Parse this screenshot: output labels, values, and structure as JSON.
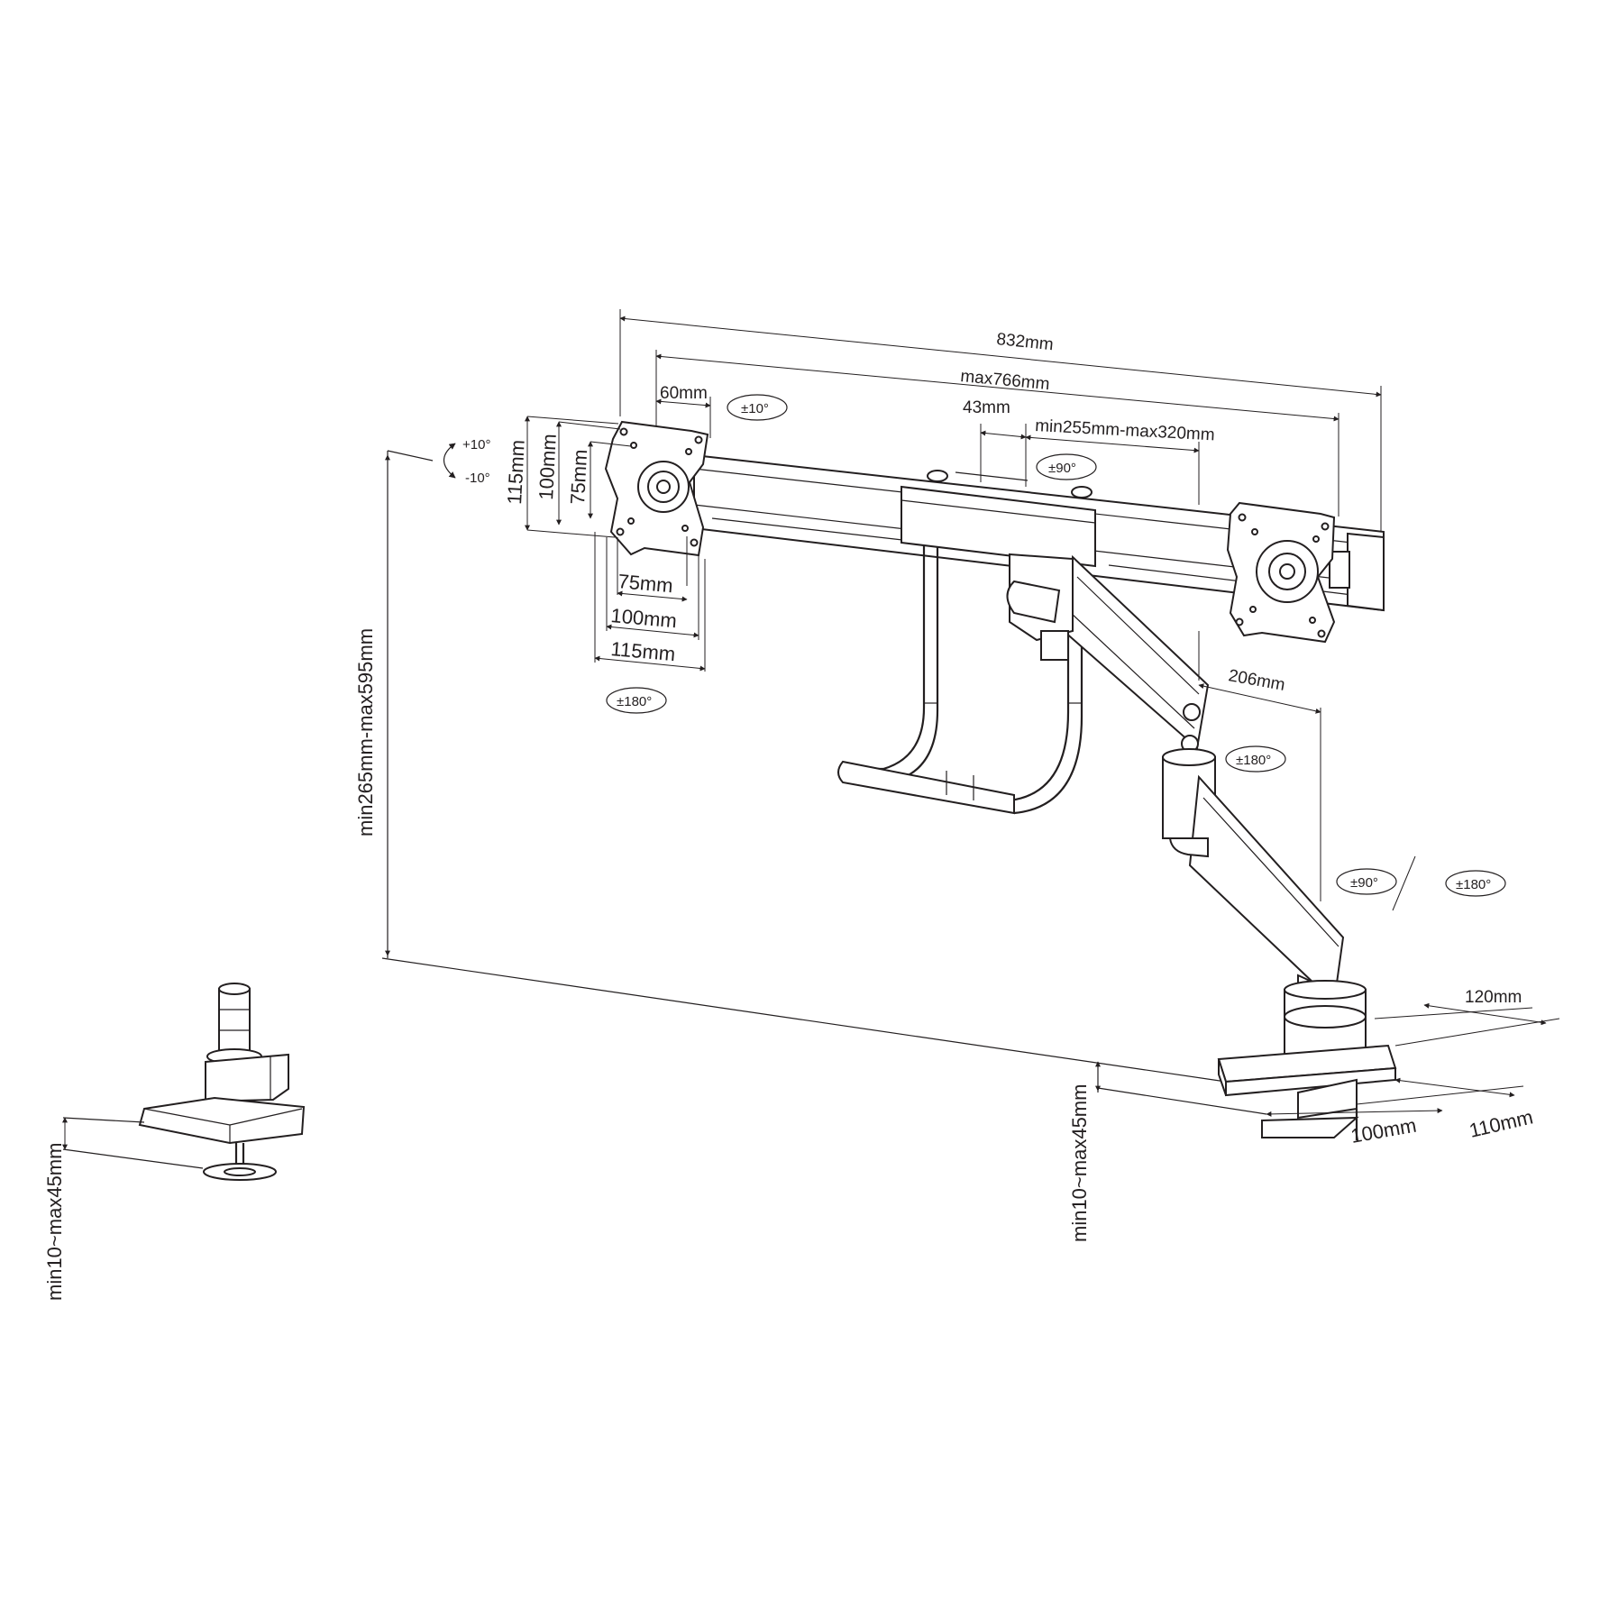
{
  "dimensions": {
    "overall_width": "832mm",
    "max_span": "max766mm",
    "vesa_offset": "60mm",
    "center_offset": "43mm",
    "arm_range": "min255mm-max320mm",
    "lower_arm": "206mm",
    "height_range": "min265mm-max595mm",
    "desk_thickness_left": "min10~max45mm",
    "desk_thickness_right": "min10~max45mm",
    "base_depth": "120mm",
    "clamp_width": "100mm",
    "clamp_depth": "110mm"
  },
  "vesa": {
    "h115": "115mm",
    "h100": "100mm",
    "h75": "75mm",
    "w75": "75mm",
    "w100": "100mm",
    "w115": "115mm"
  },
  "rotations": {
    "tilt_up": "+10°",
    "tilt_down": "-10°",
    "swivel_plate": "±10°",
    "rotate_bar": "±90°",
    "rotate_plate": "±180°",
    "rotate_arm": "±180°",
    "rotate_lower_90": "±90°",
    "rotate_lower_180": "±180°"
  },
  "icons": {
    "rotation": "rotation-arrow-icon",
    "tilt": "tilt-arrow-icon"
  }
}
